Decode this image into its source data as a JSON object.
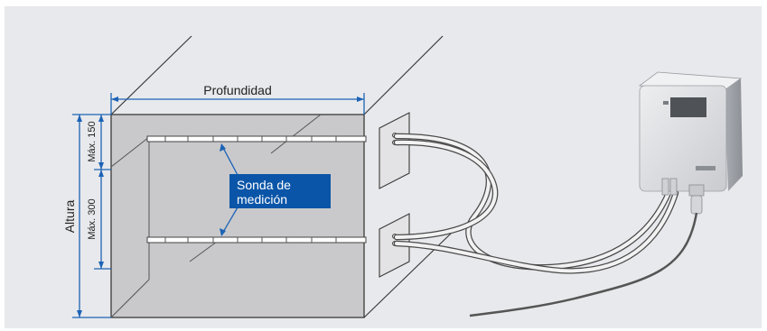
{
  "labels": {
    "depth": "Profundidad",
    "height": "Altura",
    "max_top": "Máx. 150",
    "max_middle": "Máx. 300",
    "probe_line1": "Sonda de",
    "probe_line2": "medición"
  },
  "colors": {
    "background": "#e8e9ec",
    "duct_face": "#c9c9cc",
    "dimension_blue": "#1d63b5",
    "probe_label_bg": "#0a55a8",
    "device_body": "#e1e2e4"
  }
}
